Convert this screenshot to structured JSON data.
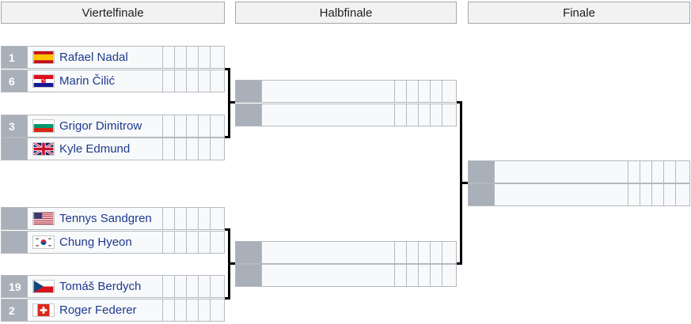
{
  "headers": {
    "quarterfinal": "Viertelfinale",
    "semifinal": "Halbfinale",
    "final": "Finale"
  },
  "quarterfinals": [
    {
      "seed": "1",
      "player": "Rafael Nadal",
      "flag": "spain-flag-icon"
    },
    {
      "seed": "6",
      "player": "Marin Čilić",
      "flag": "croatia-flag-icon"
    },
    {
      "seed": "3",
      "player": "Grigor Dimitrow",
      "flag": "bulgaria-flag-icon"
    },
    {
      "seed": "",
      "player": "Kyle Edmund",
      "flag": "uk-flag-icon"
    },
    {
      "seed": "",
      "player": "Tennys Sandgren",
      "flag": "usa-flag-icon"
    },
    {
      "seed": "",
      "player": "Chung Hyeon",
      "flag": "south-korea-flag-icon"
    },
    {
      "seed": "19",
      "player": "Tomáš Berdych",
      "flag": "czech-flag-icon"
    },
    {
      "seed": "2",
      "player": "Roger Federer",
      "flag": "switzerland-flag-icon"
    }
  ],
  "semifinals": [
    {
      "seed": "",
      "player": ""
    },
    {
      "seed": "",
      "player": ""
    },
    {
      "seed": "",
      "player": ""
    },
    {
      "seed": "",
      "player": ""
    }
  ],
  "final": [
    {
      "seed": "",
      "player": ""
    },
    {
      "seed": "",
      "player": ""
    }
  ],
  "colors": {
    "seed_bg": "#a9b0b9",
    "name_bg": "#f8f9fa",
    "player_link": "#1d3a8f",
    "header_bg": "#f2f2f2"
  }
}
